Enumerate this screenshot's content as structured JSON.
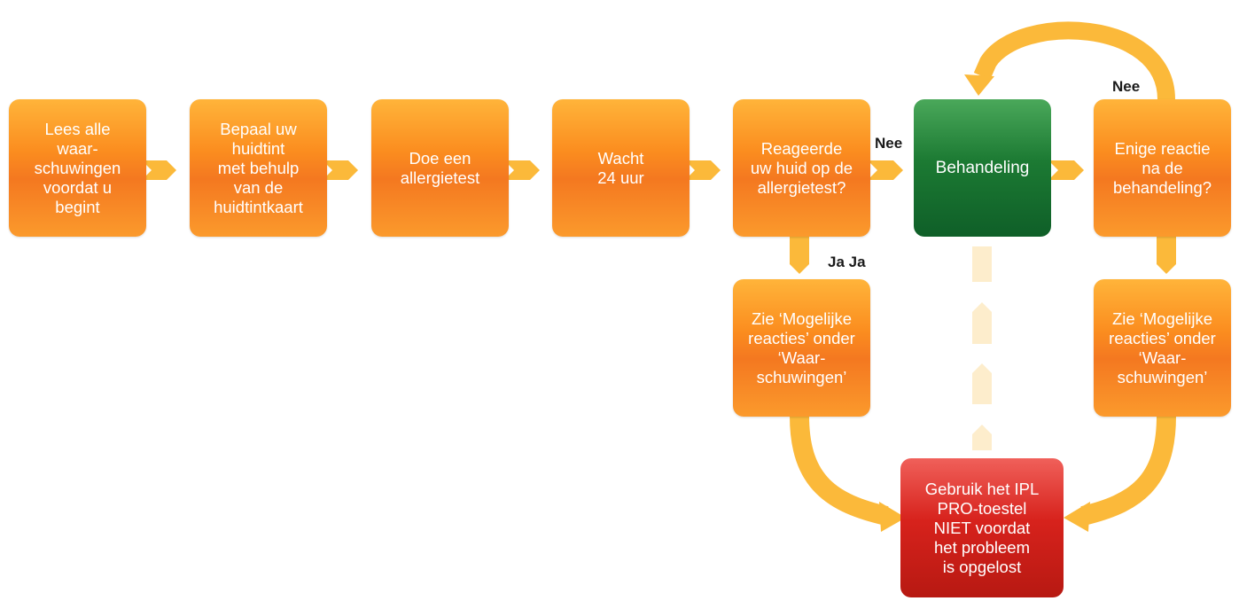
{
  "steps": {
    "step1": [
      "Lees alle",
      "waar-",
      "schuwingen",
      "voordat u",
      "begint"
    ],
    "step2": [
      "Bepaal uw",
      "huidtint",
      "met behulp",
      "van de",
      "huidtintkaart"
    ],
    "step3": [
      "Doe een",
      "allergietest"
    ],
    "step4": [
      "Wacht",
      "24 uur"
    ],
    "step5": [
      "Reageerde",
      "uw huid op de",
      "allergietest?"
    ],
    "treatment": [
      "Behandeling"
    ],
    "step7": [
      "Enige reactie",
      "na de",
      "behandeling?"
    ],
    "reactions1": [
      "Zie ‘Mogelijke",
      "reacties’ onder",
      "‘Waar-",
      "schuwingen’"
    ],
    "reactions2": [
      "Zie ‘Mogelijke",
      "reacties’ onder",
      "‘Waar-",
      "schuwingen’"
    ],
    "stop": [
      "Gebruik het IPL",
      "PRO-toestel",
      "NIET voordat",
      "het probleem",
      "is opgelost"
    ]
  },
  "labels": {
    "no_allergy": "Nee",
    "yes_allergy": "Ja Ja",
    "no_reaction": "Nee"
  },
  "colors": {
    "step_box": "#f7861f",
    "treatment_box": "#1c7a33",
    "stop_box": "#d7221c",
    "arrow": "#fbb93a"
  }
}
